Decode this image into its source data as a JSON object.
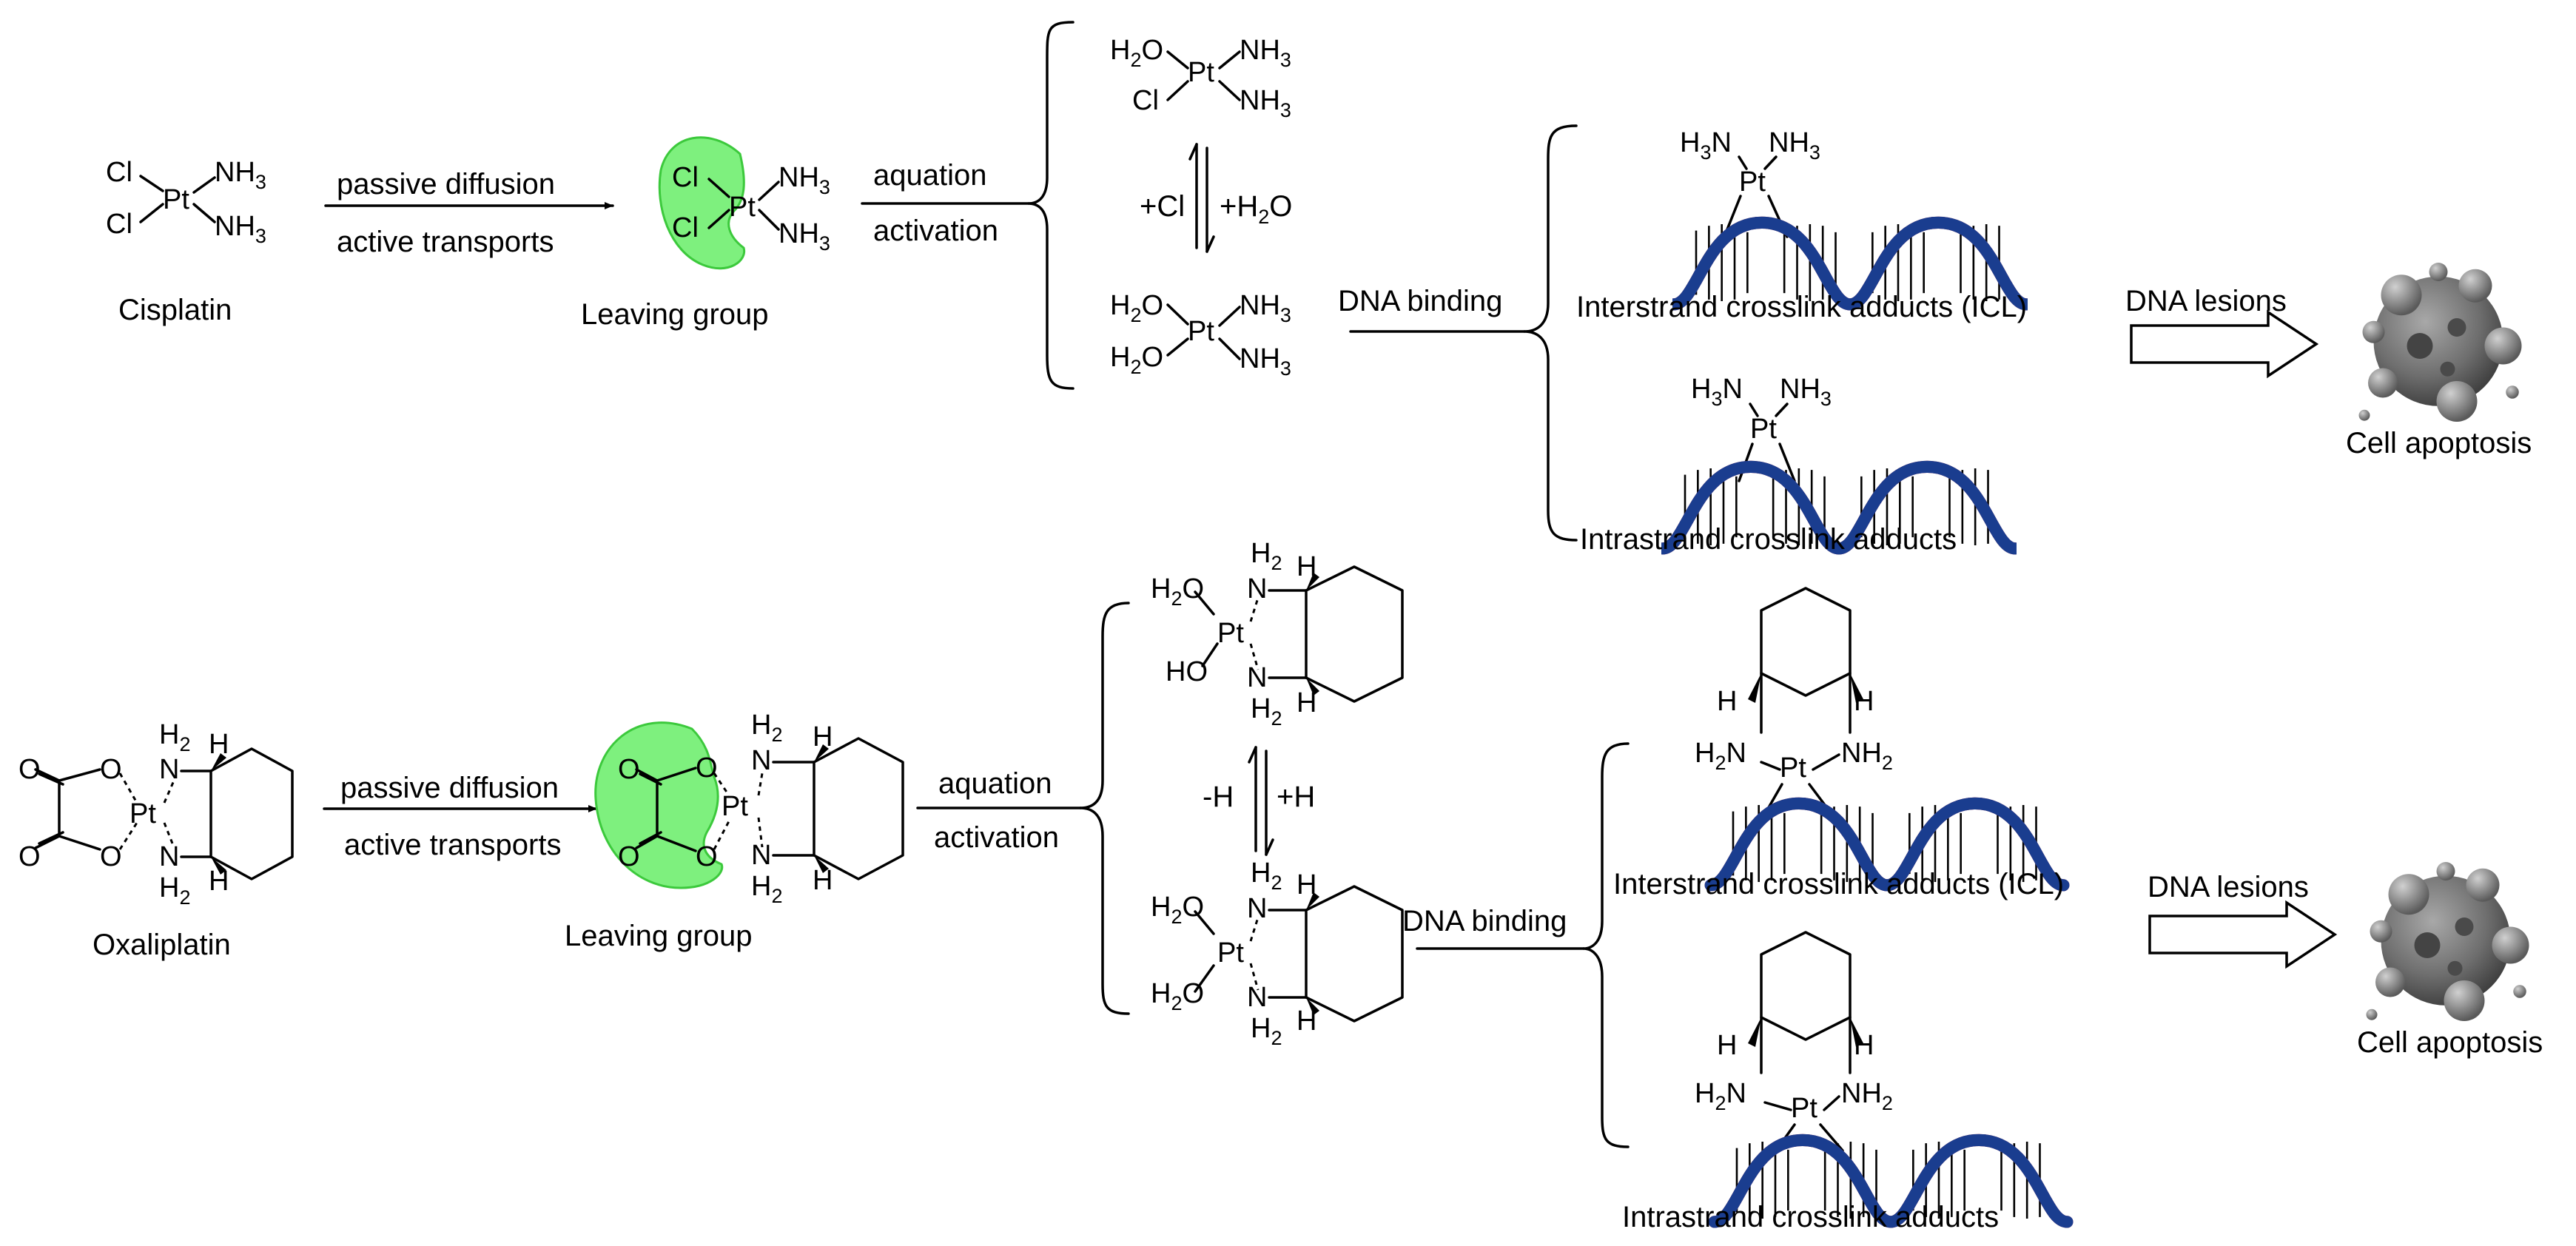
{
  "labels": {
    "cisplatin": "Cisplatin",
    "oxaliplatin": "Oxaliplatin",
    "passive_diffusion": "passive diffusion",
    "active_transports": "active transports",
    "leaving_group": "Leaving group",
    "aquation": "aquation",
    "activation": "activation",
    "dna_binding": "DNA binding",
    "icl": "Interstrand crosslink adducts (ICL)",
    "intrastrand": "Intrastrand crosslink adducts",
    "dna_lesions": "DNA lesions",
    "cell_apoptosis": "Cell apoptosis",
    "plus_cl": "+Cl",
    "plus_h2o": "+H2O",
    "minus_h": "-H",
    "plus_h": "+H"
  },
  "atoms": {
    "pt": "Pt",
    "cl": "Cl",
    "n": "N",
    "h": "H",
    "o": "O",
    "ho": "HO",
    "h2": "H",
    "sub2": "2",
    "sub3": "3",
    "nh": "NH",
    "h3n": "H",
    "h2o": "H",
    "o_suffix": "O"
  },
  "colors": {
    "leaving_group_fill": "#7ef07e",
    "dna_red": "#c8102e",
    "dna_blue": "#1a3d8f",
    "cell_gray": "#6e6e6e"
  }
}
